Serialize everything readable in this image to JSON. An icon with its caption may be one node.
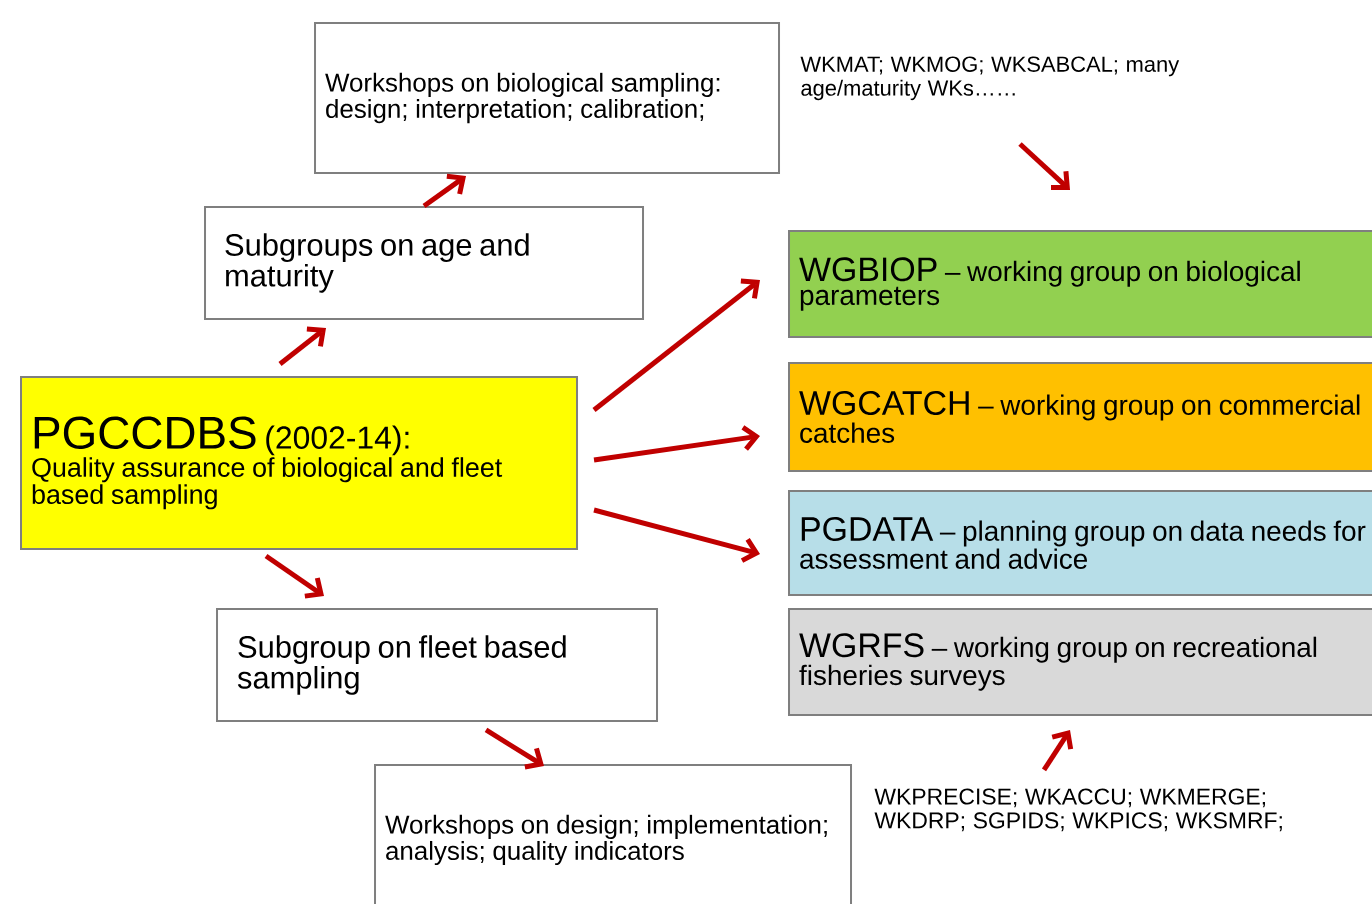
{
  "diagram": {
    "nodes": [
      {
        "text": [
          "Workshops on biological sampling: design; interpretation; calibration;"
        ]
      },
      {
        "text": [
          "Subgroups on age and maturity"
        ]
      },
      {
        "text": [
          "WKMAT; WKMOG; WKSABCAL; many age/maturity WKs……"
        ]
      },
      {
        "text": [
          "WGBIOP",
          "– working group on biological parameters"
        ]
      },
      {
        "text": [
          "PGCCDBS",
          "(2002-14):",
          "Quality assurance of biological and fleet based sampling"
        ]
      },
      {
        "text": [
          "WGCATCH",
          "– working group on commercial catches"
        ]
      },
      {
        "text": [
          "PGDATA",
          "– planning group on data needs for assessment and advice"
        ]
      },
      {
        "text": [
          "Subgroup on fleet based sampling"
        ]
      },
      {
        "text": [
          "WGRFS",
          "– working group on recreational fisheries surveys"
        ]
      },
      {
        "text": [
          "Workshops on design; implementation; analysis; quality indicators"
        ]
      },
      {
        "text": [
          "WKPRECISE; WKACCU; WKMERGE; WKDRP; SGPIDS; WKPICS; WKSMRF;"
        ]
      }
    ],
    "edges": [
      {
        "from": 4,
        "to": 1,
        "arrow": "to"
      },
      {
        "from": 1,
        "to": 0,
        "arrow": "to"
      },
      {
        "from": 4,
        "to": 3,
        "arrow": "to"
      },
      {
        "from": 4,
        "to": 5,
        "arrow": "to"
      },
      {
        "from": 4,
        "to": 6,
        "arrow": "to"
      },
      {
        "from": 4,
        "to": 7,
        "arrow": "to"
      },
      {
        "from": 7,
        "to": 9,
        "arrow": "to"
      },
      {
        "from": 2,
        "to": 3,
        "arrow": "to"
      },
      {
        "from": 10,
        "to": 8,
        "arrow": "to"
      }
    ]
  }
}
